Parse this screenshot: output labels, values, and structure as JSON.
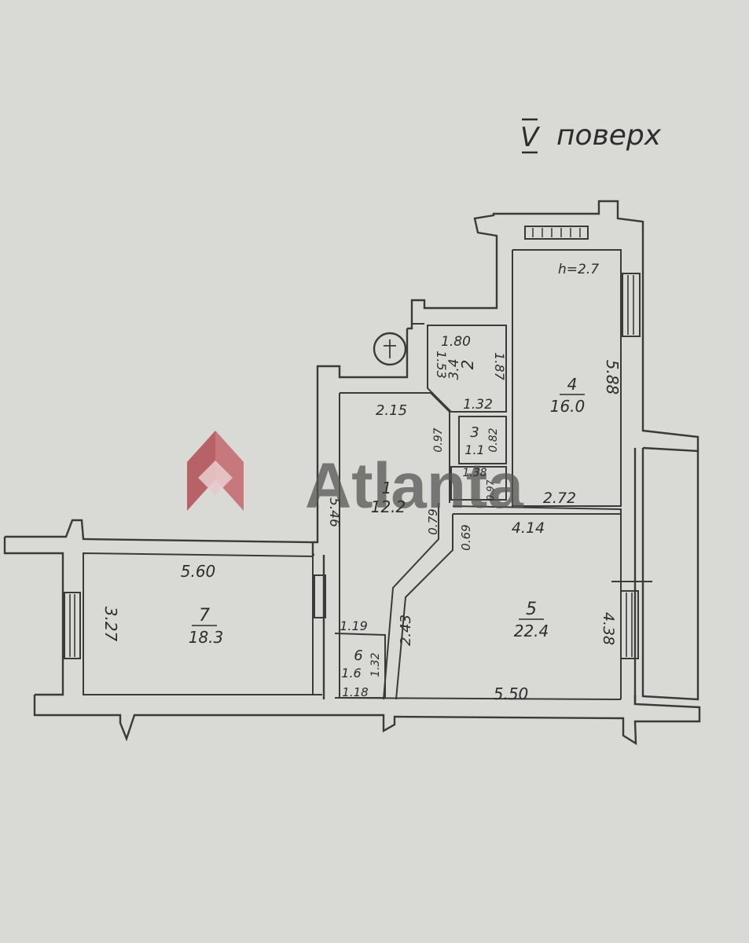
{
  "header": {
    "floor_numeral": "V",
    "floor_word": "поверх"
  },
  "ceiling_height": "h=2.7",
  "watermark": {
    "text": "Atlanta",
    "logo_color": "#b3545a"
  },
  "rooms": [
    {
      "id": "1",
      "area": "12.2"
    },
    {
      "id": "2",
      "area": "3.4"
    },
    {
      "id": "3",
      "area": "1.1"
    },
    {
      "id": "4",
      "area": "16.0"
    },
    {
      "id": "5",
      "area": "22.4"
    },
    {
      "id": "6",
      "area": "1.6"
    },
    {
      "id": "7",
      "area": "18.3"
    }
  ],
  "dimensions": {
    "r7_width": "5.60",
    "r7_depth": "3.27",
    "r2_top": "1.80",
    "r2_left": "1.53",
    "r2_right": "1.87",
    "r2_bottom": "1.32",
    "hall_top": "2.15",
    "hall_side": "5.46",
    "r3_left": "0.97",
    "r3_right": "0.82",
    "r3_bottom": "1.38",
    "r3_small": "0.97",
    "r4_bottom": "2.72",
    "r4_side": "5.88",
    "corr_a": "0.79",
    "corr_b": "0.69",
    "r5_top": "4.14",
    "r5_left": "2.43",
    "r5_right": "4.38",
    "r5_bottom": "5.50",
    "r6_top": "1.19",
    "r6_side": "1.32",
    "r6_bottom": "1.18"
  }
}
